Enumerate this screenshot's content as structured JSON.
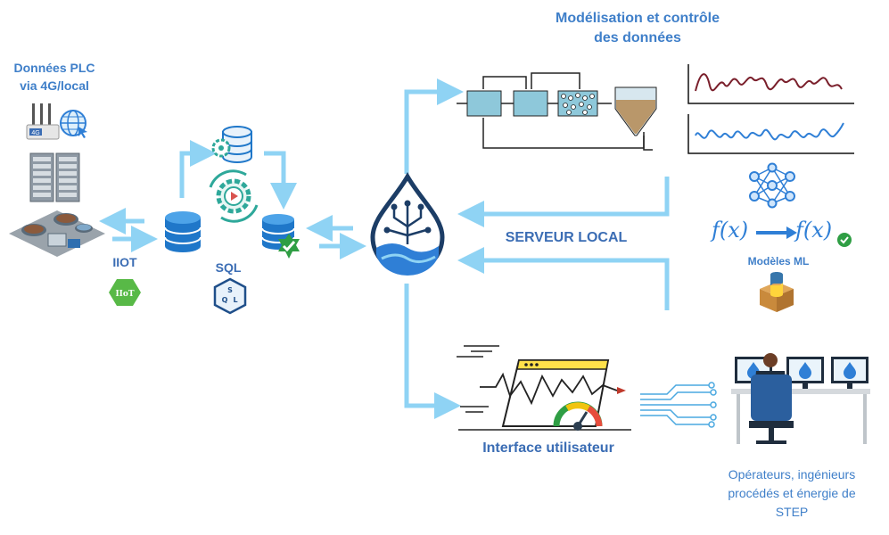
{
  "labels": {
    "plc_title_line1": "Données PLC",
    "plc_title_line2": "via 4G/local",
    "iiot": "IIOT",
    "iiot_badge": "IIoT",
    "sql": "SQL",
    "modeling_line1": "Modélisation et contrôle",
    "modeling_line2": "des données",
    "server": "SERVEUR LOCAL",
    "ml_models": "Modèles ML",
    "fx_left": "f(x)",
    "fx_right": "f(x)",
    "ui": "Interface utilisateur",
    "users_line1": "Opérateurs, ingénieurs",
    "users_line2": "procédés et énergie de",
    "users_line3": "STEP",
    "router_badge": "4G"
  },
  "colors": {
    "arrow": "#8fd3f4",
    "label_blue": "#3f7fc9",
    "db_blue": "#1f77c9",
    "gear_teal": "#2ea89a",
    "curve_red": "#7a1f2b",
    "curve_blue": "#2f7fd6",
    "iiot_green": "#58b947",
    "check_green": "#2f9e44",
    "logo_navy": "#1c3d66"
  },
  "icons": [
    "router-icon",
    "globe-icon",
    "server-rack-icon",
    "treatment-plant-icon",
    "database-icon",
    "gear-database-icon",
    "gear-cycle-icon",
    "checked-database-icon",
    "water-drop-logo-icon",
    "neural-network-icon",
    "python-package-icon",
    "dashboard-gauge-icon",
    "operator-workstation-icon",
    "circuit-lines-icon"
  ]
}
